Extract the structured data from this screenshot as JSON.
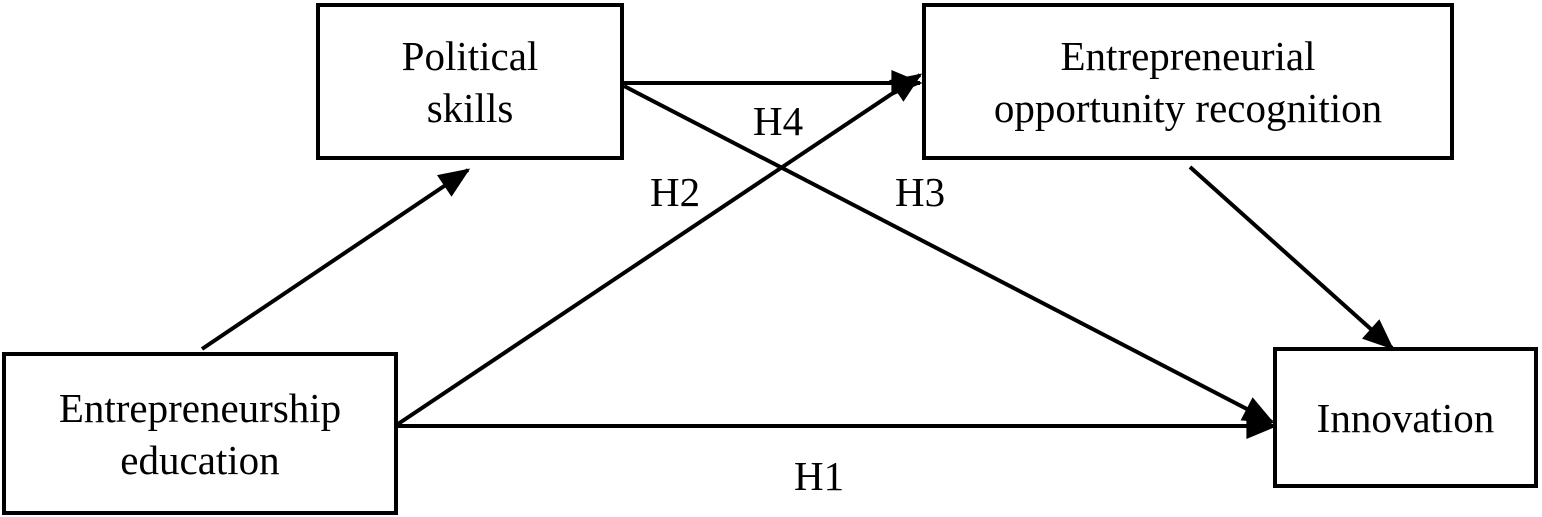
{
  "nodes": {
    "political_skills": {
      "line1": "Political",
      "line2": "skills"
    },
    "opportunity_recognition": {
      "line1": "Entrepreneurial",
      "line2": "opportunity recognition"
    },
    "entrepreneurship_education": {
      "line1": "Entrepreneurship",
      "line2": "education"
    },
    "innovation": {
      "line1": "Innovation"
    }
  },
  "hypotheses": {
    "h1": "H1",
    "h2": "H2",
    "h3": "H3",
    "h4": "H4"
  },
  "colors": {
    "stroke": "#000000",
    "background": "#ffffff"
  }
}
